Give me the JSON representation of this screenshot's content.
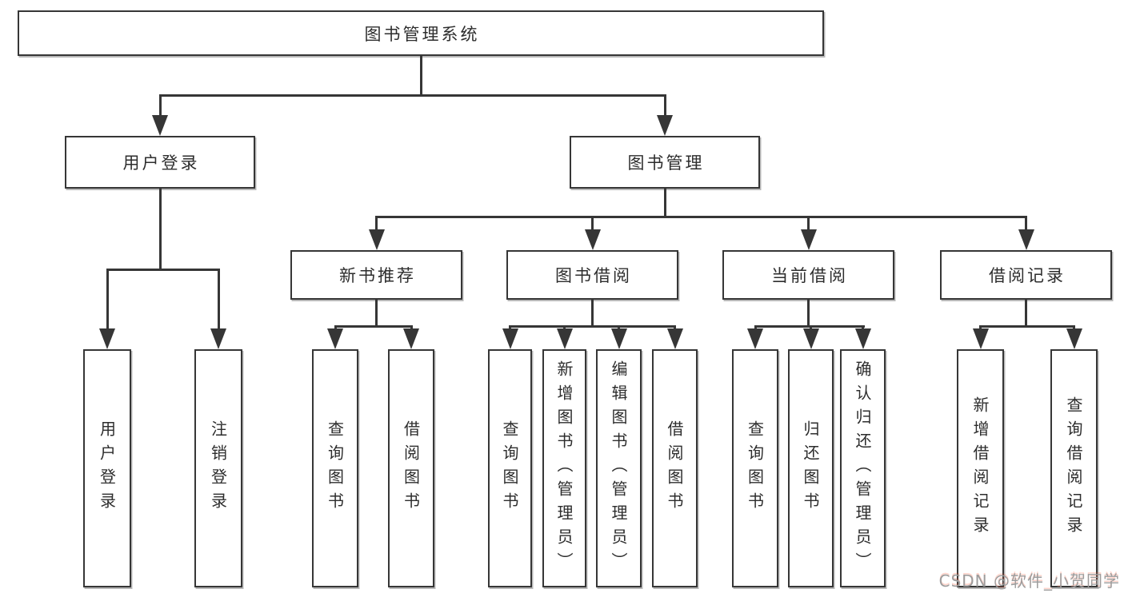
{
  "nodes": {
    "root": "图书管理系统",
    "user_login": "用户登录",
    "book_mgmt": "图书管理",
    "new_book_rec": "新书推荐",
    "book_borrow": "图书借阅",
    "current_borrow": "当前借阅",
    "borrow_record": "借阅记录",
    "leaf_user_login": "用户登录",
    "leaf_logout": "注销登录",
    "leaf_rec_query": "查询图书",
    "leaf_rec_borrow": "借阅图书",
    "leaf_bb_query": "查询图书",
    "leaf_bb_add": "新增图书（管理员）",
    "leaf_bb_edit": "编辑图书（管理员）",
    "leaf_bb_borrow": "借阅图书",
    "leaf_cb_query": "查询图书",
    "leaf_cb_return": "归还图书",
    "leaf_cb_confirm": "确认归还（管理员）",
    "leaf_br_add": "新增借阅记录",
    "leaf_br_query": "查询借阅记录"
  },
  "watermark": "CSDN @软件_小贺同学",
  "colors": {
    "line": "#363636",
    "box_border": "#363636",
    "box_fill": "#ffffff",
    "text": "#2d2d2d",
    "watermark_text": "#9c9c9c"
  }
}
